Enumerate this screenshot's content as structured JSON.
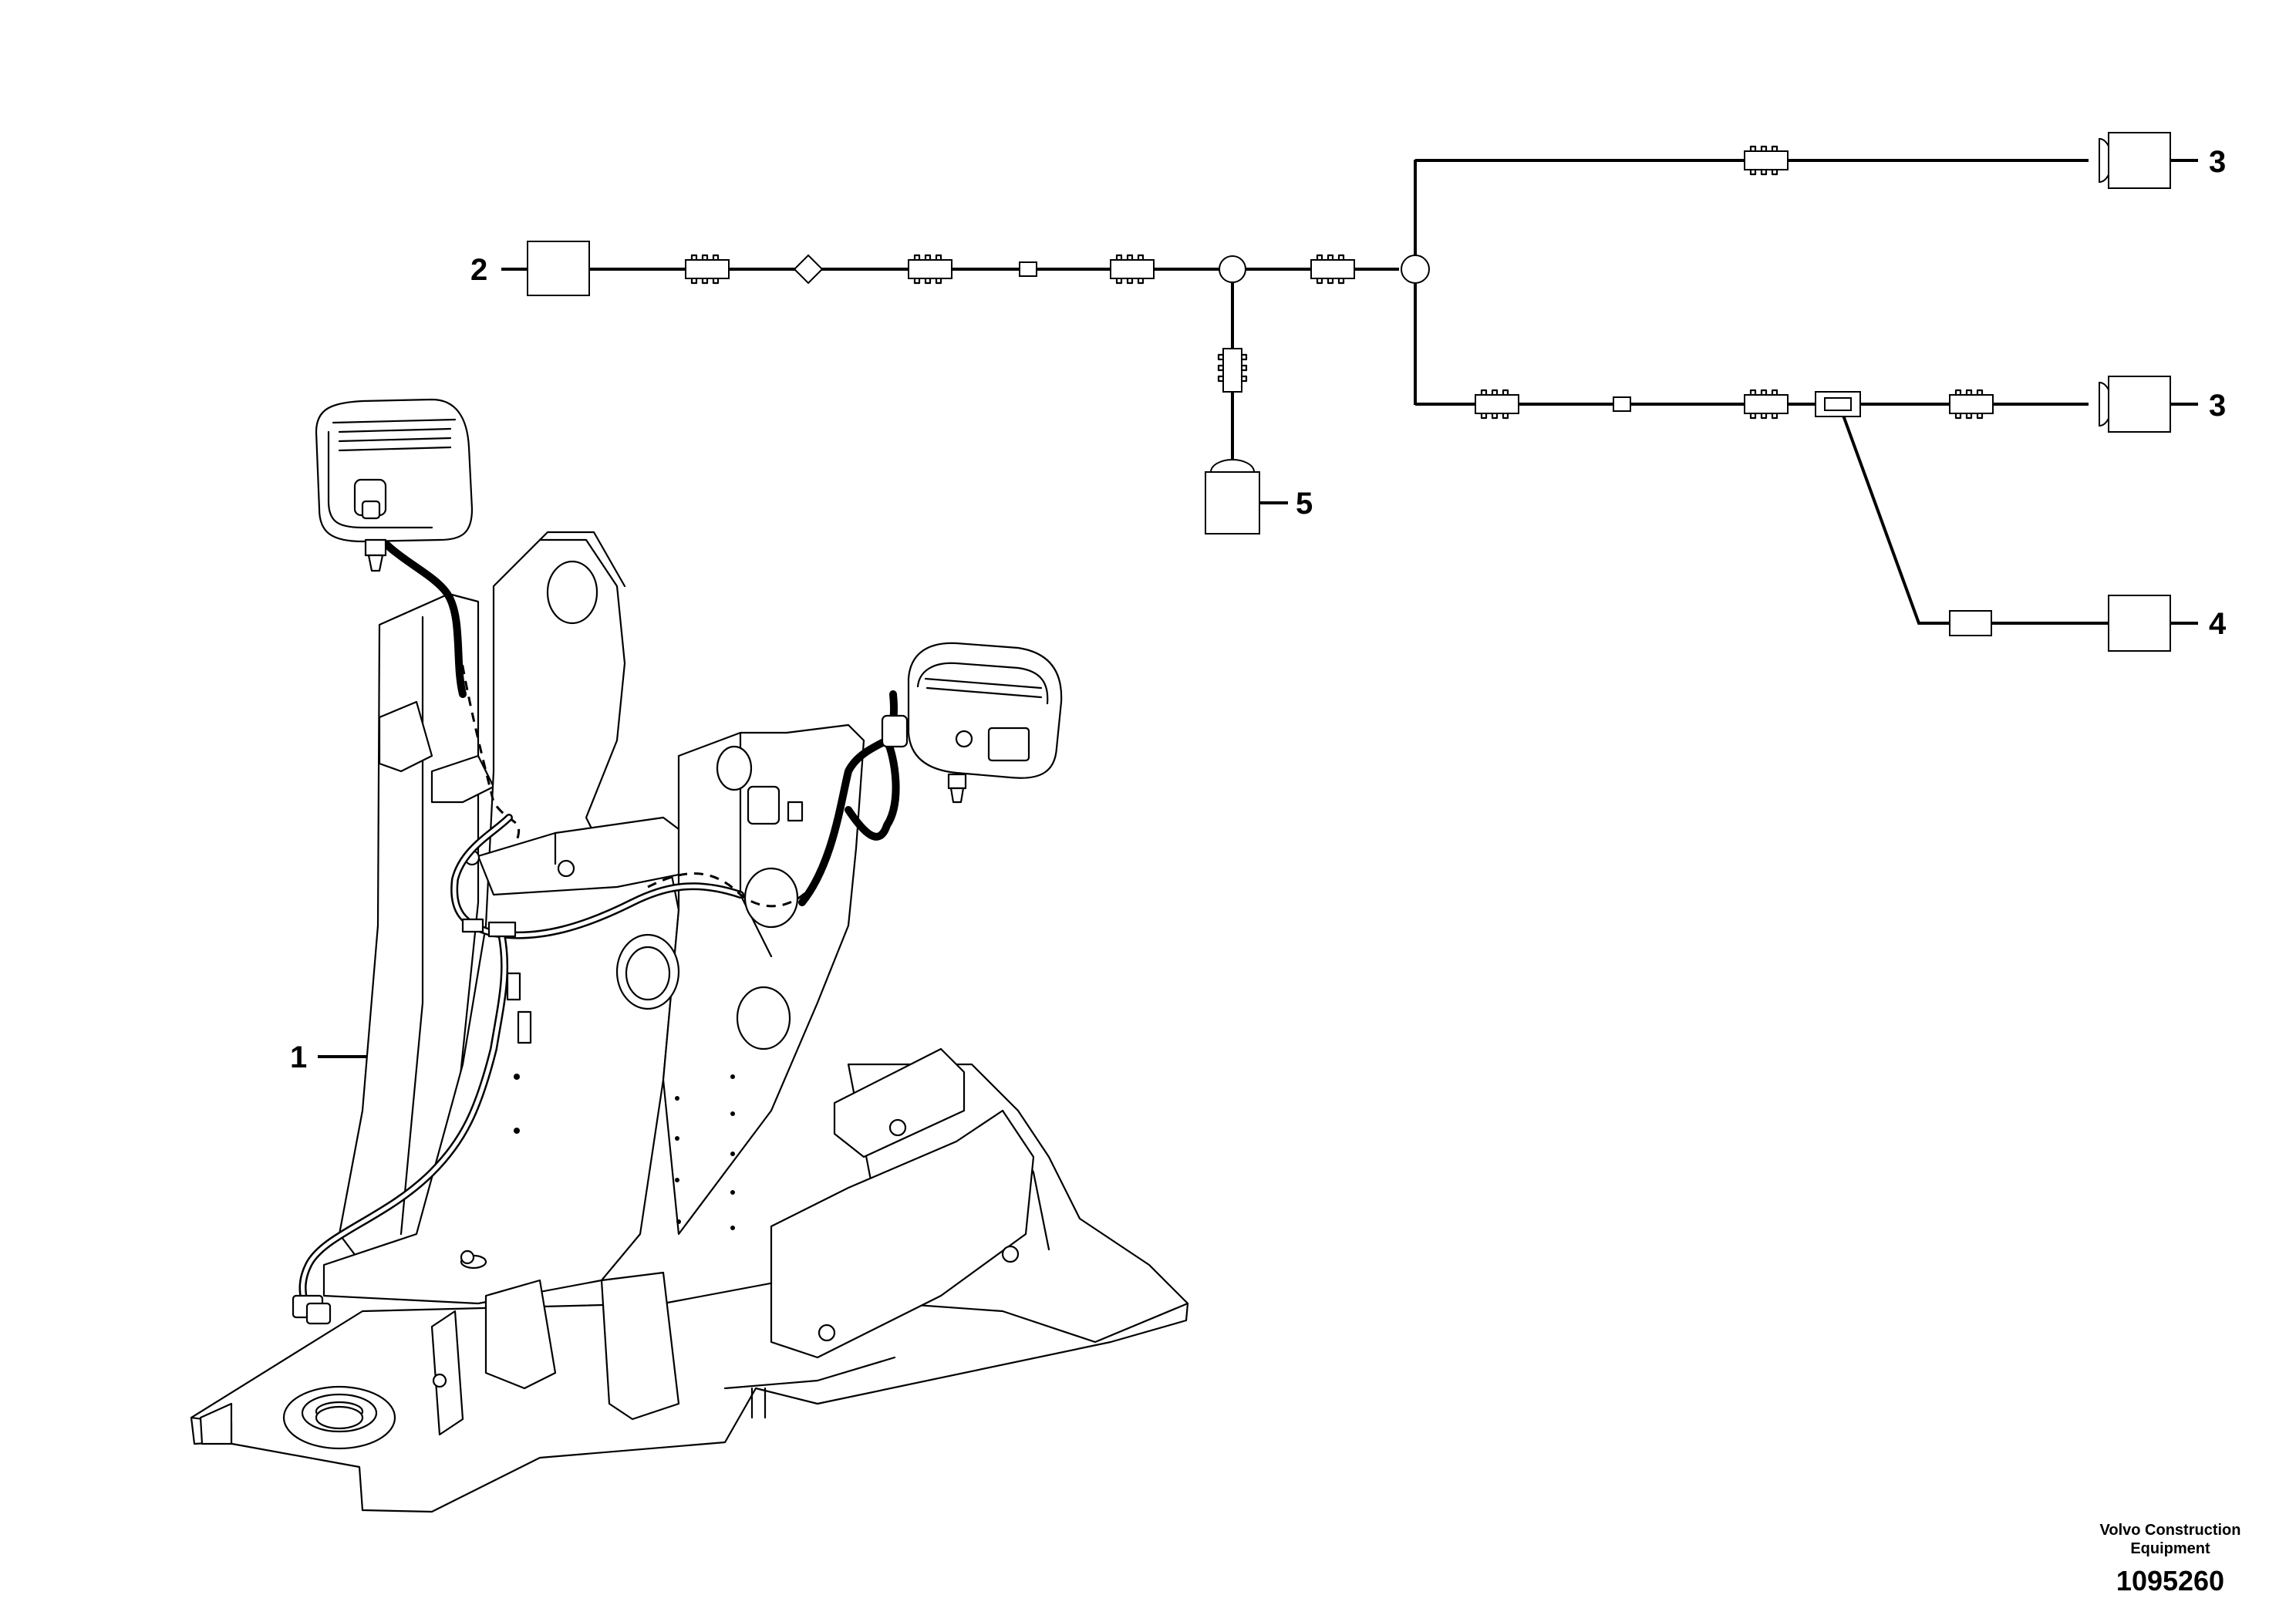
{
  "callouts": {
    "c1": "1",
    "c2": "2",
    "c3a": "3",
    "c3b": "3",
    "c4": "4",
    "c5": "5"
  },
  "footer": {
    "company_line1": "Volvo Construction",
    "company_line2": "Equipment",
    "drawing_number": "1095260"
  },
  "colors": {
    "line": "#000000",
    "background": "#ffffff"
  }
}
